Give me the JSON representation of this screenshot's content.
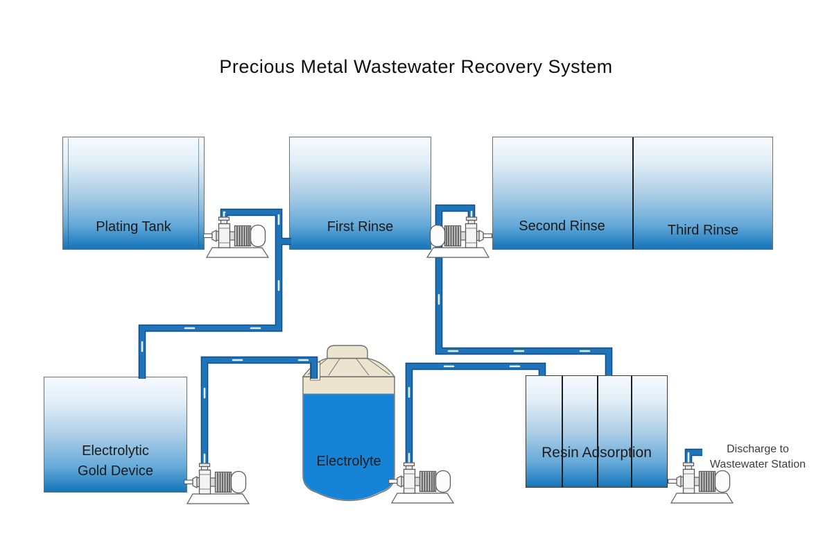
{
  "title": "Precious Metal Wastewater Recovery System",
  "tanks": {
    "plating": {
      "label": "Plating Tank"
    },
    "first_rinse": {
      "label": "First Rinse"
    },
    "second_rinse": {
      "label": "Second Rinse"
    },
    "third_rinse": {
      "label": "Third Rinse"
    },
    "electrolytic_gold": {
      "label_line1": "Electrolytic",
      "label_line2": "Gold Device"
    },
    "electrolyte": {
      "label": "Electrolyte"
    },
    "resin": {
      "label": "Resin Adsorption"
    }
  },
  "annotations": {
    "discharge": {
      "line1": "Discharge to",
      "line2": "Wastewater Station"
    }
  },
  "equipment": {
    "pumps": [
      "plating-tank-transfer-pump",
      "second-rinse-transfer-pump",
      "electrolytic-gold-transfer-pump",
      "electrolyte-transfer-pump",
      "discharge-pump"
    ]
  },
  "colors": {
    "pipe": "#1e73b9",
    "pipe_outline": "#0d4b82",
    "pipe_gloss": "#ffffff",
    "tank_gradient_top": "#f6fafd",
    "tank_gradient_mid": "#a9cce6",
    "tank_gradient_bottom": "#2581c2",
    "vessel_cream": "#ece4cf",
    "electrolyte_liquid": "#1584d6",
    "outline_gray": "#6f6f6f"
  }
}
